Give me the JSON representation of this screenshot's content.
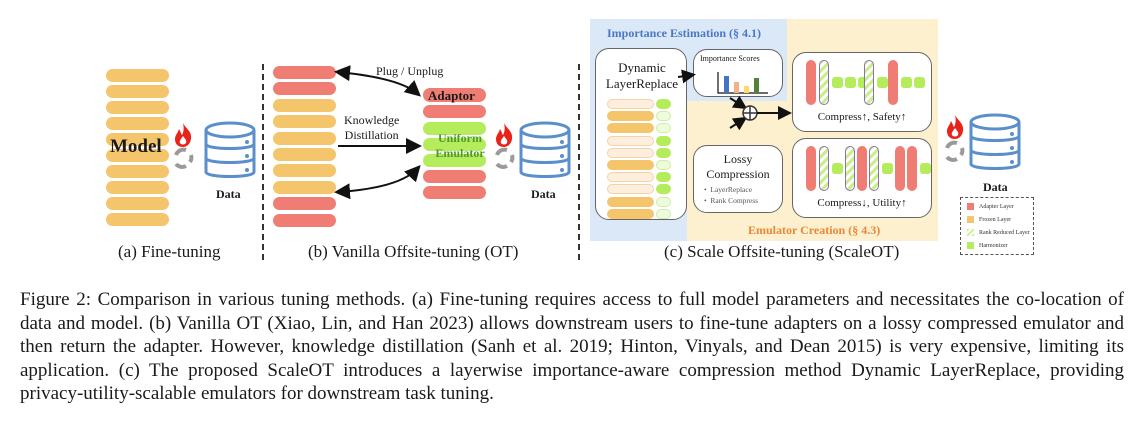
{
  "panels": {
    "a": {
      "model_label": "Model",
      "data_label": "Data",
      "caption": "(a) Fine-tuning"
    },
    "b": {
      "plug_label": "Plug / Unplug",
      "kd_label_line1": "Knowledge",
      "kd_label_line2": "Distillation",
      "adaptor_label": "Adaptor",
      "emulator_line1": "Uniform",
      "emulator_line2": "Emulator",
      "data_label": "Data",
      "caption": "(b) Vanilla Offsite-tuning (OT)"
    },
    "c": {
      "importance_title": "Importance Estimation (§ 4.1)",
      "dynamic_line1": "Dynamic",
      "dynamic_line2": "LayerReplace",
      "scores_title": "Importance Scores",
      "lossy_line1": "Lossy",
      "lossy_line2": "Compression",
      "lossy_bullets": [
        "LayerReplace",
        "Rank Compress"
      ],
      "emulator_title": "Emulator Creation (§ 4.3)",
      "safety_label": "Compress↑, Safety↑",
      "utility_label": "Compress↓, Utility↑",
      "data_label": "Data",
      "caption": "(c) Scale Offsite-tuning (ScaleOT)",
      "legend": [
        {
          "label": "Adapter Layer",
          "color": "#ef7d74"
        },
        {
          "label": "Frozen Layer",
          "color": "#f5c56b"
        },
        {
          "label": "Rank Reduced Layer",
          "color": "hatch"
        },
        {
          "label": "Harmonizer",
          "color": "#b4ec5c"
        }
      ],
      "importance_scores": [
        {
          "color": "#4472c4",
          "value": 0.85
        },
        {
          "color": "#f4b183",
          "value": 0.55
        },
        {
          "color": "#ffd966",
          "value": 0.35
        },
        {
          "color": "#548235",
          "value": 0.75
        }
      ]
    }
  },
  "colors": {
    "frozen": "#f5c56b",
    "adapter": "#ef7d74",
    "harmonizer": "#b4ec5c",
    "importance_bg": "#dbe8f7",
    "emulator_bg": "#fdf0cf",
    "importance_title": "#4a78c2",
    "emulator_title": "#e8883a",
    "data_icon": "#5b8fcb"
  },
  "caption": {
    "text": "Figure 2: Comparison in various tuning methods. (a) Fine-tuning requires access to full model parameters and necessitates the co-location of data and model. (b) Vanilla OT (Xiao, Lin, and Han 2023) allows downstream users to fine-tune adapters on a lossy compressed emulator and then return the adapter. However, knowledge distillation (Sanh et al. 2019; Hinton, Vinyals, and Dean 2015) is very expensive, limiting its application. (c) The proposed ScaleOT introduces a layerwise importance-aware compression method Dynamic LayerReplace, providing privacy-utility-scalable emulators for downstream task tuning."
  }
}
